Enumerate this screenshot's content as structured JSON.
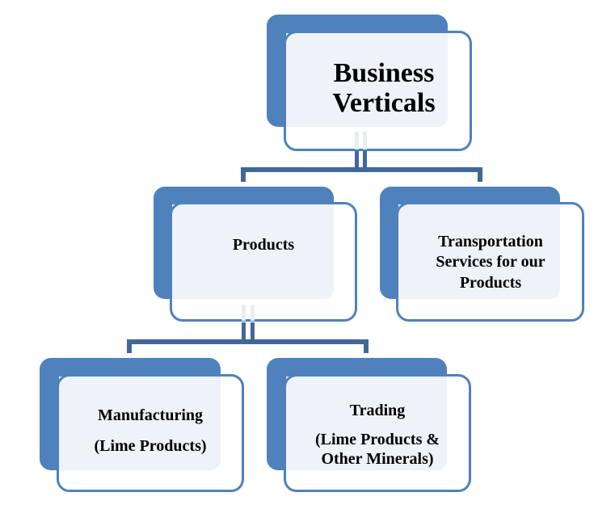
{
  "diagram": {
    "type": "org-chart",
    "root": {
      "id": "business-verticals",
      "lines": [
        "Business",
        "Verticals"
      ]
    },
    "level1": [
      {
        "id": "products",
        "lines": [
          "Products"
        ]
      },
      {
        "id": "transportation",
        "lines": [
          "Transportation",
          "Services for our",
          "Products"
        ]
      }
    ],
    "level2": [
      {
        "id": "manufacturing",
        "parent": "products",
        "lines": [
          "Manufacturing",
          "(Lime Products)"
        ]
      },
      {
        "id": "trading",
        "parent": "products",
        "lines": [
          "Trading",
          "(Lime Products &",
          "Other Minerals)"
        ]
      }
    ],
    "colors": {
      "box_fill": "#4F81BD",
      "box_highlight": "#EEF2F9",
      "connector": "#41689A",
      "text": "#000000"
    }
  }
}
